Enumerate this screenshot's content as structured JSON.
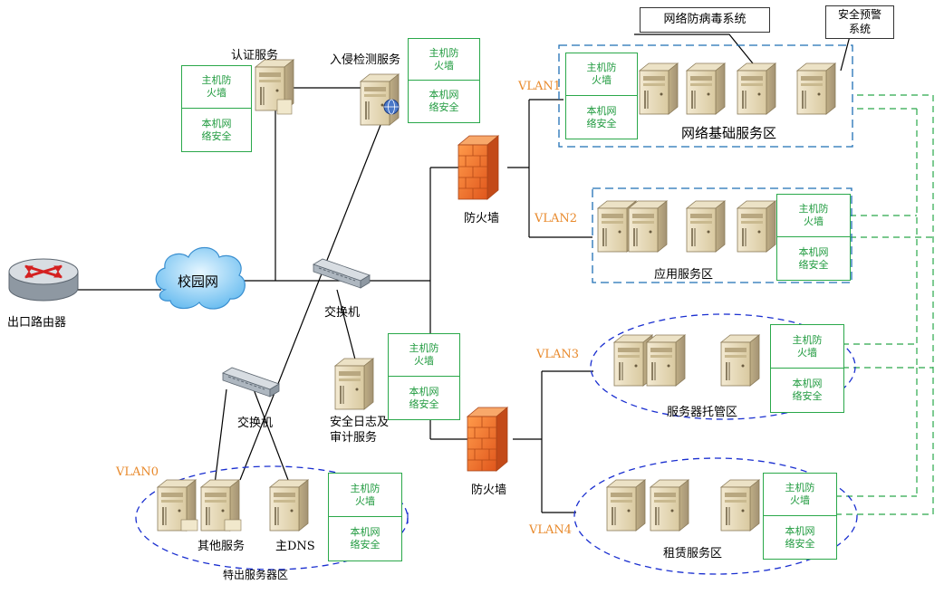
{
  "labels": {
    "auth_service": "认证服务",
    "ids_service": "入侵检测服务",
    "firewall_top": "防火墙",
    "firewall_bottom": "防火墙",
    "campus_net": "校园网",
    "exit_router": "出口路由器",
    "switch_main": "交换机",
    "switch_second": "交换机",
    "security_log": "安全日志及\n审计服务",
    "other_services": "其他服务",
    "main_dns": "主DNS",
    "vlan0_zone": "特出服务器区",
    "network_base_zone": "网络基础服务区",
    "app_zone": "应用服务区",
    "hosting_zone": "服务器托管区",
    "leasing_zone": "租赁服务区",
    "antivirus_system": "网络防病毒系统",
    "alert_system": "安全预警\n系统"
  },
  "vlans": {
    "vlan1": "VLAN1",
    "vlan2": "VLAN2",
    "vlan3": "VLAN3",
    "vlan4": "VLAN4",
    "vlan0": "VLAN0"
  },
  "security_box": {
    "host_firewall": "主机防\n火墙",
    "host_net_security": "本机网\n络安全"
  },
  "colors": {
    "green": "#2aa84a",
    "orange": "#e8892b",
    "blue_dashed": "#1f6fb5",
    "navy_dashed": "#1a2fd0",
    "cloud": "#4aa8e8"
  }
}
